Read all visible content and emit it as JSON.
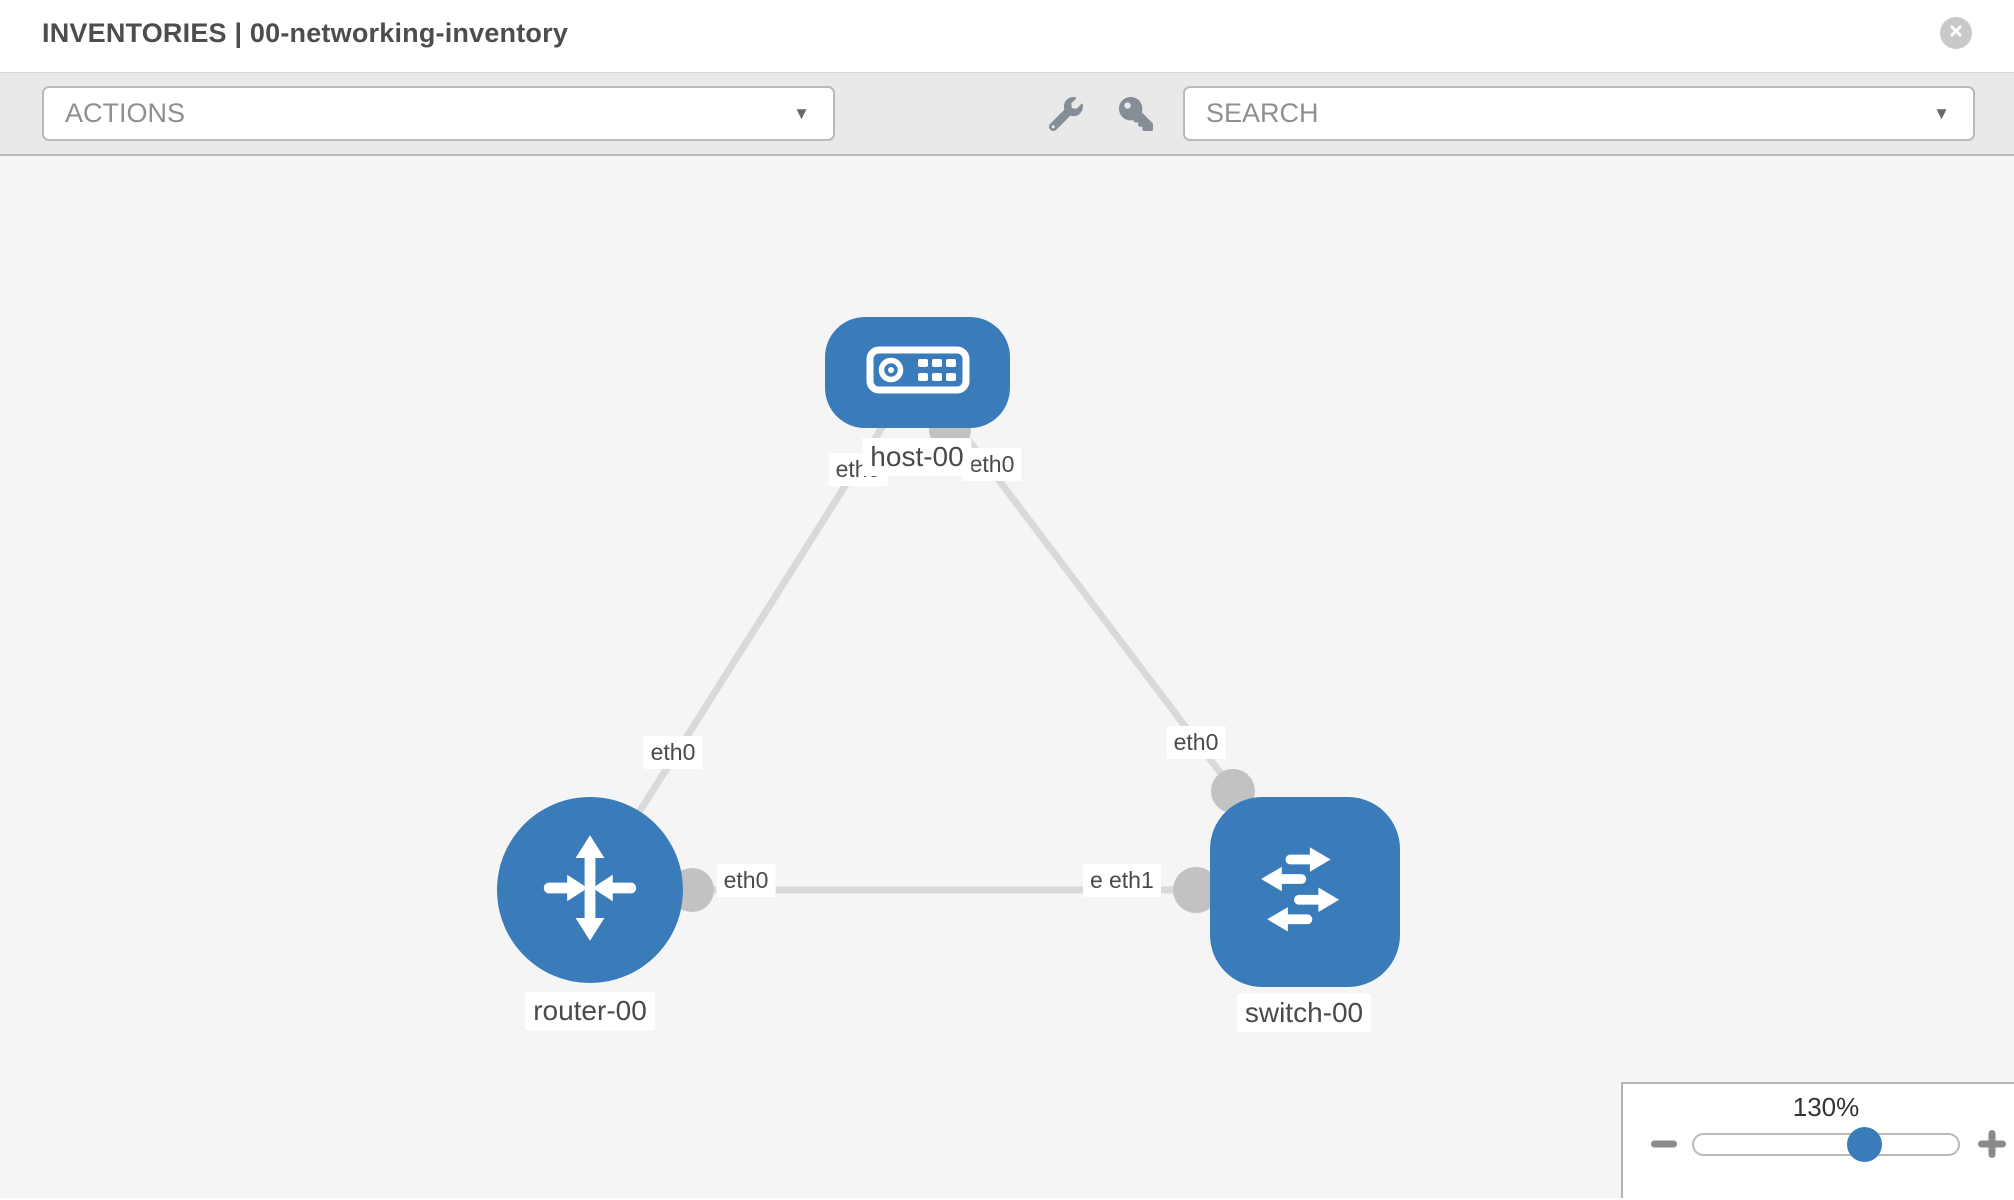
{
  "header": {
    "title": "INVENTORIES | 00-networking-inventory"
  },
  "toolbar": {
    "actions_label": "ACTIONS",
    "search_label": "SEARCH"
  },
  "canvas": {
    "nodes": [
      {
        "id": "host-00",
        "type": "host",
        "label": "host-00"
      },
      {
        "id": "router-00",
        "type": "router",
        "label": "router-00"
      },
      {
        "id": "switch-00",
        "type": "switch",
        "label": "switch-00"
      }
    ],
    "links": [
      {
        "from": "host-00",
        "to": "router-00",
        "from_interface": "eth0",
        "to_interface": "eth0"
      },
      {
        "from": "host-00",
        "to": "switch-00",
        "from_interface": "eth0",
        "to_interface": "eth0"
      },
      {
        "from": "router-00",
        "to": "switch-00",
        "from_interface": "eth0",
        "to_interface": "eth1"
      }
    ],
    "labels": {
      "host": "host-00",
      "router": "router-00",
      "switch": "switch-00",
      "host_left_if": "eth0",
      "host_right_if": "eth0",
      "router_top_if": "eth0",
      "switch_top_if": "eth0",
      "router_right_if": "eth0",
      "switch_left_if_under": "eth0",
      "switch_left_if": "eth1"
    }
  },
  "zoom_panel": {
    "level": "130%"
  },
  "colors": {
    "node_blue": "#3a7cba",
    "link_gray": "#d9d9d9",
    "port_gray": "#c2c2c2",
    "canvas_bg": "#f5f5f5",
    "toolbar_bg": "#e9e9e9",
    "label_text": "#4a4a4a",
    "placeholder_text": "#8f8f8f",
    "icon_gray": "#858d96",
    "slider_handle_blue": "#3a7cba"
  }
}
